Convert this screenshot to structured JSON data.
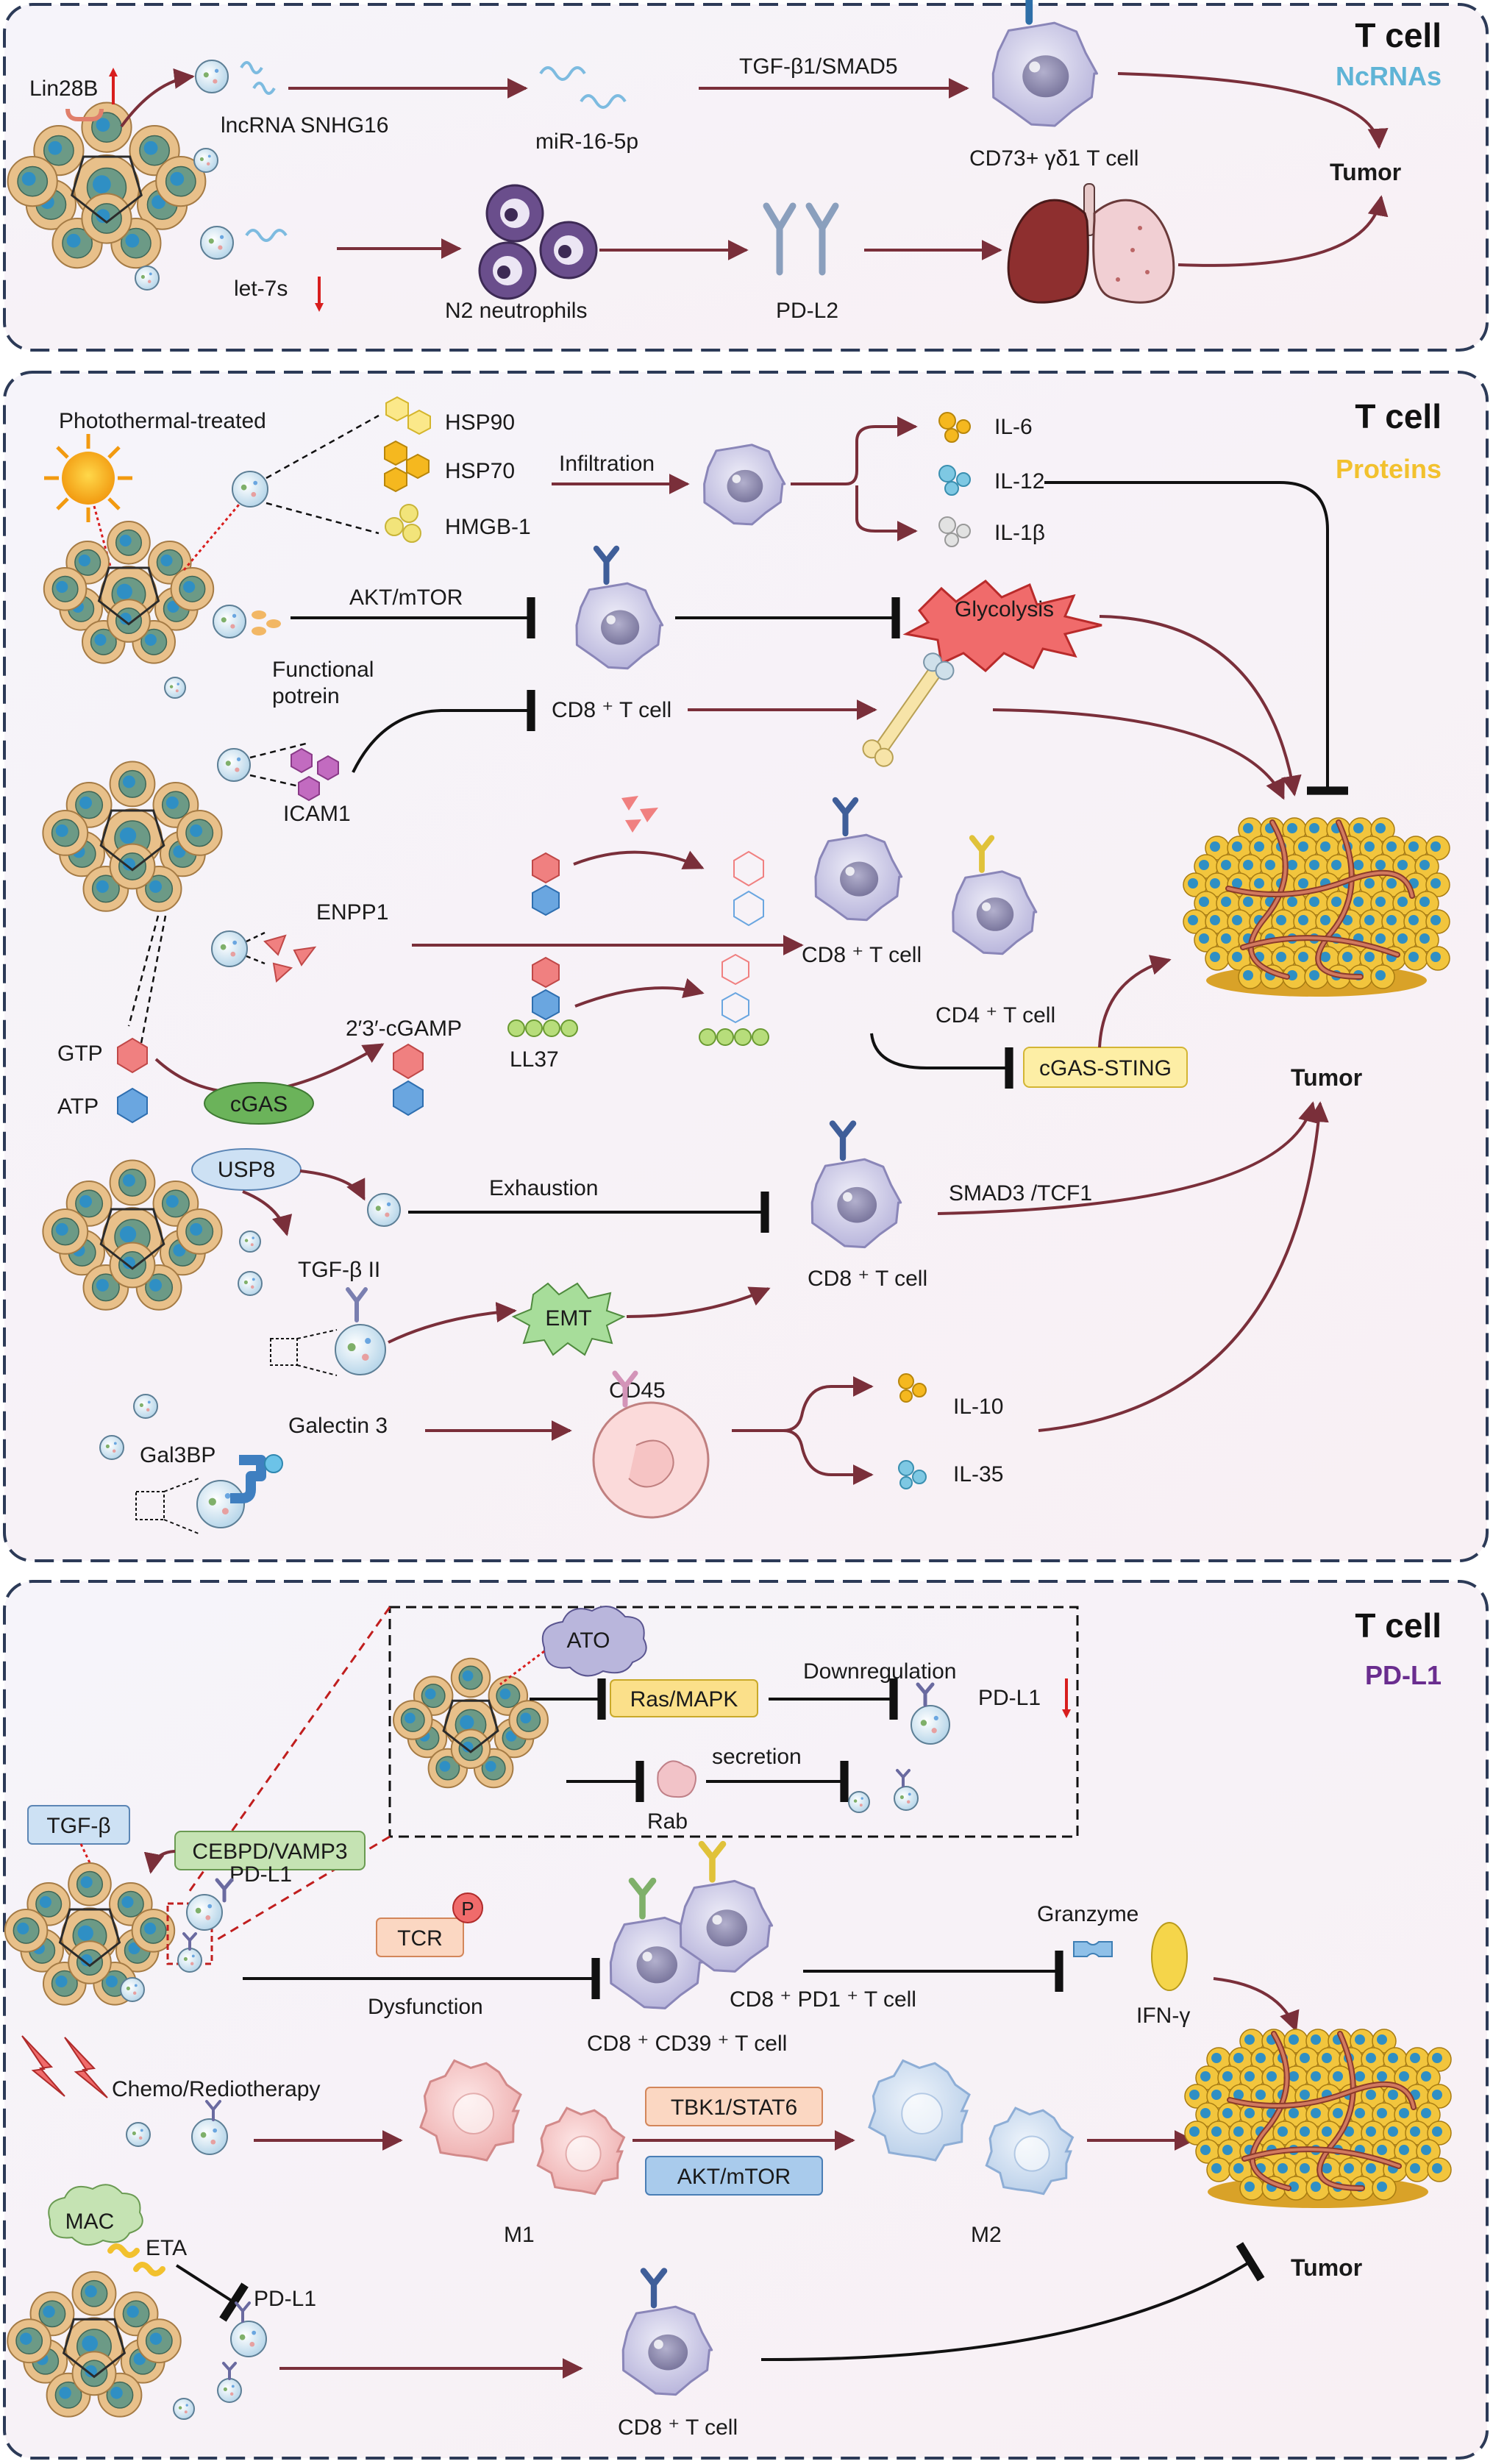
{
  "colors": {
    "panel_border": "#2c3a57",
    "panel_bg": "#f4f2f8",
    "arrow": "#7a2f3a",
    "inhibit": "#111111",
    "ncrnas": "#5fb4d6",
    "proteins": "#f2c12e",
    "pdl1": "#6a2d8f",
    "red_mark": "#d81e1e",
    "tcell": "#cfcde8",
    "tumor_cell": "#f2c53d",
    "tumor_nucleus": "#2f8fc4"
  },
  "panel1": {
    "title": "T cell",
    "subtitle": "NcRNAs",
    "labels": {
      "lin28b": "Lin28B",
      "lncrna": "lncRNA SNHG16",
      "mir": "miR-16-5p",
      "tgf_smad5": "TGF-β1/SMAD5",
      "cd73": "CD73+ γδ1 T cell",
      "tumor": "Tumor",
      "let7s": "let-7s",
      "n2": "N2 neutrophils",
      "pdl2": "PD-L2"
    }
  },
  "panel2": {
    "title": "T cell",
    "subtitle": "Proteins",
    "labels": {
      "photothermal": "Photothermal-treated",
      "hsp90": "HSP90",
      "hsp70": "HSP70",
      "hmgb1": "HMGB-1",
      "infiltration": "Infiltration",
      "il6": "IL-6",
      "il12": "IL-12",
      "il1b": "IL-1β",
      "akt_mtor": "AKT/mTOR",
      "glycolysis": "Glycolysis",
      "functional_protein": "Functional\npotrein",
      "cd8_tcell_a": "CD8 ⁺ T cell",
      "icam1": "ICAM1",
      "enpp1": "ENPP1",
      "cd8_tcell_b": "CD8 ⁺ T cell",
      "cd4_tcell": "CD4 ⁺ T cell",
      "gtp": "GTP",
      "atp": "ATP",
      "cgas": "cGAS",
      "cgamp": "2′3′-cGAMP",
      "ll37": "LL37",
      "cgas_sting": "cGAS-STING",
      "tumor": "Tumor",
      "usp8": "USP8",
      "exhaustion": "Exhaustion",
      "smad3_tcf1": "SMAD3 /TCF1",
      "tgfb2": "TGF-β II",
      "cd8_tcell_c": "CD8 ⁺ T cell",
      "emt": "EMT",
      "cd45": "CD45",
      "gal3bp": "Gal3BP",
      "galectin3": "Galectin 3",
      "il10": "IL-10",
      "il35": "IL-35"
    }
  },
  "panel3": {
    "title": "T cell",
    "subtitle": "PD-L1",
    "labels": {
      "ato": "ATO",
      "ras_mapk": "Ras/MAPK",
      "downregulation": "Downregulation",
      "pdl1_down": "PD-L1",
      "secretion": "secretion",
      "rab": "Rab",
      "tgfb": "TGF-β",
      "cebpd": "CEBPD/VAMP3",
      "pdl1_a": "PD-L1",
      "tcr": "TCR",
      "p": "P",
      "dysfunction": "Dysfunction",
      "cd8_cd39": "CD8 ⁺ CD39 ⁺ T cell",
      "cd8_pd1": "CD8 ⁺ PD1 ⁺ T cell",
      "granzyme": "Granzyme",
      "ifng": "IFN-γ",
      "chemo": "Chemo/Rediotherapy",
      "tbk1": "TBK1/STAT6",
      "akt_mtor": "AKT/mTOR",
      "m1": "M1",
      "m2": "M2",
      "mac": "MAC",
      "eta": "ETA",
      "pdl1_b": "PD-L1",
      "cd8_tcell": "CD8 ⁺ T cell",
      "tumor": "Tumor"
    }
  }
}
